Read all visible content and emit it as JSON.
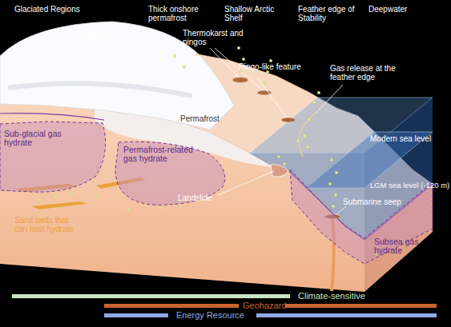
{
  "diagram": {
    "nodes": [
      {
        "text": [
          "Sub-glacial gas hydrate"
        ]
      },
      {
        "text": [
          "Permafrost-related gas hydrate"
        ]
      },
      {
        "text": [
          "Subsea gas hydrate"
        ]
      }
    ],
    "labels": [
      "Glaciated Regions",
      "Thick onshore permafrost",
      "Shallow Arctic Shelf",
      "Feather edge of Stability",
      "Deepwater",
      "Ice Sheet",
      "Thermokarst and pingos",
      "Pingo-like feature",
      "Gas release at the feather edge",
      "Modern sea level",
      "LGM sea level (-120 m)",
      "Permafrost",
      "Sand beds that can host hydrate",
      "Landslide",
      "Submarine seep"
    ],
    "legend": [
      {
        "text": "Climate-sensitive",
        "color": "#c8e6c1"
      },
      {
        "text": "Geohazard",
        "color": "#c8652e"
      },
      {
        "text": "Energy Resource",
        "color": "#8ea8e6"
      }
    ]
  }
}
